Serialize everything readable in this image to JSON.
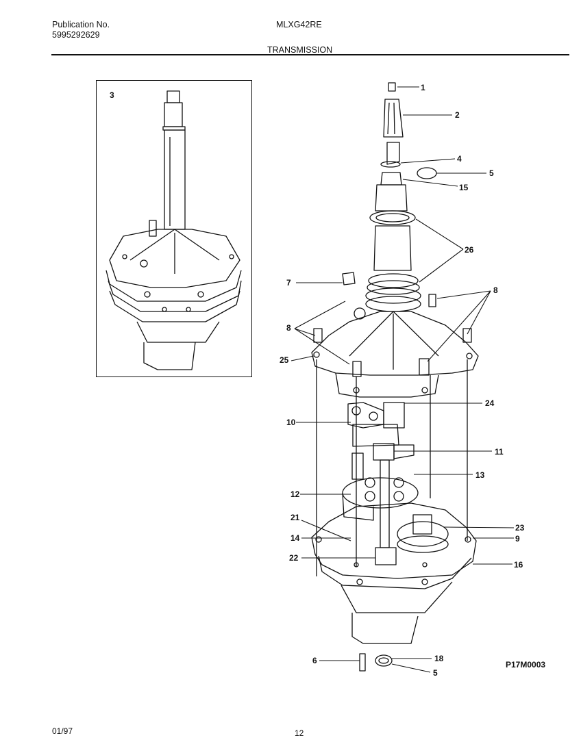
{
  "header": {
    "pub_label": "Publication No.",
    "pub_number": "5995292629",
    "model": "MLXG42RE",
    "section_title": "TRANSMISSION"
  },
  "inset": {
    "label": "3"
  },
  "callouts": {
    "c1": "1",
    "c2": "2",
    "c4": "4",
    "c5a": "5",
    "c15": "15",
    "c26": "26",
    "c7": "7",
    "c8a": "8",
    "c8b": "8",
    "c25": "25",
    "c24": "24",
    "c10": "10",
    "c11": "11",
    "c13": "13",
    "c12": "12",
    "c23": "23",
    "c21": "21",
    "c9": "9",
    "c14": "14",
    "c16": "16",
    "c22": "22",
    "c6": "6",
    "c18": "18",
    "c5b": "5"
  },
  "diagram_code": "P17M0003",
  "footer": {
    "date": "01/97",
    "page": "12"
  }
}
